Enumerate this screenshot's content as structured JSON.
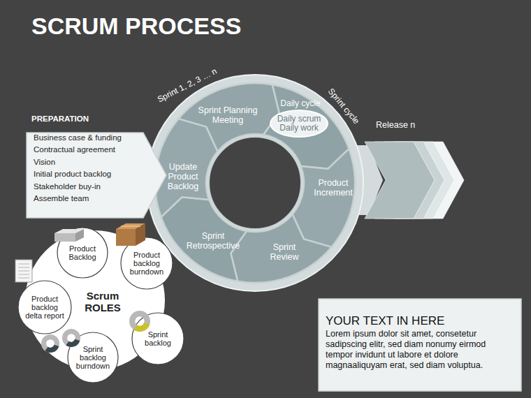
{
  "diagram": {
    "title": "SCRUM PROCESS",
    "nodes": [
      {
        "text": [
          "PREPARATION",
          "Business case & funding",
          "Contractual agreement",
          "Vision",
          "Initial product backlog",
          "Stakeholder buy-in",
          "Assemble team"
        ]
      },
      {
        "text": [
          "Sprint Planning Meeting"
        ]
      },
      {
        "text": [
          "Daily cycle"
        ]
      },
      {
        "text": [
          "Daily scrum Daily work"
        ],
        "in": 2
      },
      {
        "text": [
          "Product Increment"
        ]
      },
      {
        "text": [
          "Sprint Review"
        ]
      },
      {
        "text": [
          "Sprint Retrospective"
        ]
      },
      {
        "text": [
          "Update Product Backlog"
        ]
      },
      {
        "text": [
          "Release n"
        ]
      },
      {
        "text": [
          "Scrum ROLES"
        ]
      },
      {
        "text": [
          "Product Backlog"
        ],
        "in": 9
      },
      {
        "text": [
          "Product backlog burndown"
        ],
        "in": 9
      },
      {
        "text": [
          "Product backlog delta report"
        ],
        "in": 9
      },
      {
        "text": [
          "Sprint backlog burndown"
        ],
        "in": 9
      },
      {
        "text": [
          "Sprint backlog"
        ],
        "in": 9
      },
      {
        "text": [
          "YOUR TEXT IN HERE",
          "Lorem ipsum dolor sit amet, consetetur sadipscing elitr, sed diam nonumy eirmod tempor invidunt ut labore et dolore magnaaliquyam erat, sed diam voluptua."
        ]
      }
    ],
    "labels": [
      "Sprint 1, 2, 3 … n",
      "Sprint cycle"
    ]
  }
}
